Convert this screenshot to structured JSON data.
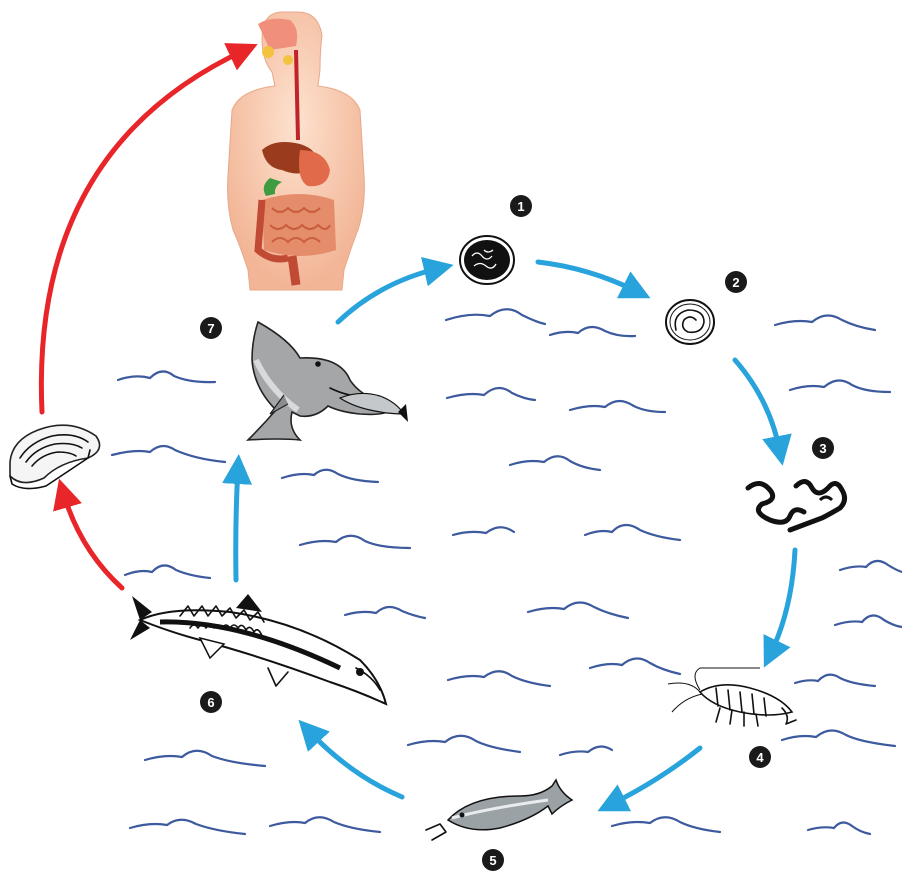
{
  "diagram": {
    "steps": [
      {
        "number": "1",
        "icon": "embryonated-egg-icon"
      },
      {
        "number": "2",
        "icon": "larva-in-egg-icon"
      },
      {
        "number": "3",
        "icon": "free-larvae-icon"
      },
      {
        "number": "4",
        "icon": "crustacean-icon"
      },
      {
        "number": "5",
        "icon": "small-fish-icon"
      },
      {
        "number": "6",
        "icon": "mackerel-icon"
      },
      {
        "number": "7",
        "icon": "dolphin-icon"
      }
    ],
    "incidental_host": {
      "icon": "human-digestive-system-icon"
    },
    "raw_fish_icon": "fish-steak-icon",
    "colors": {
      "marine_cycle_arrow": "#29a3dc",
      "human_infection_arrow": "#e8262a",
      "water_waves": "#3d5a9e",
      "step_badge": "#1a1a1a"
    }
  }
}
